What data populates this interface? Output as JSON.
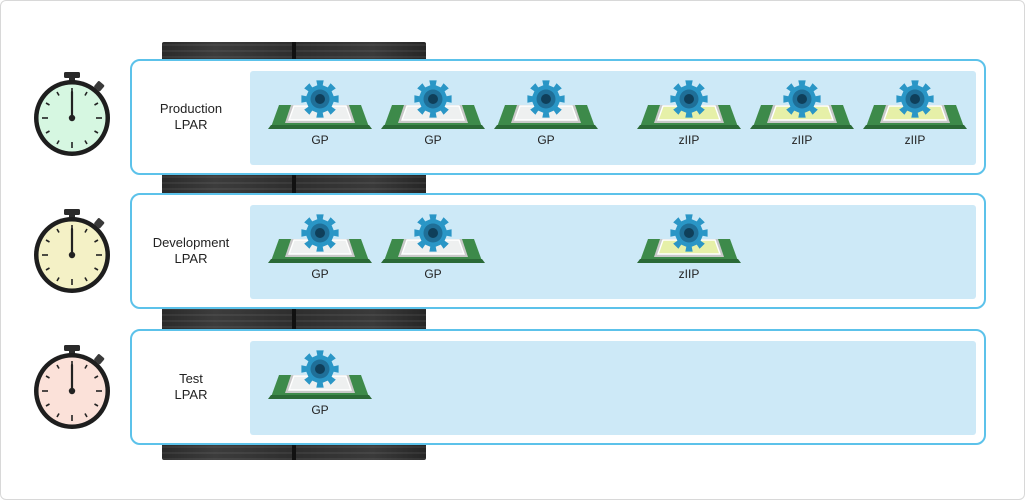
{
  "colors": {
    "panel_border": "#5cc2ea",
    "cpu_track": "#cde9f7",
    "gp_core": "#eef0f0",
    "ziip_core": "#e6f0a8",
    "gear": "#2a96c6",
    "board": "#3d8a4a"
  },
  "icons": [
    "stopwatch-icon",
    "processor-chip-icon",
    "gear-icon",
    "server-rack-image"
  ],
  "lpars": [
    {
      "id": "production",
      "label_line1": "Production",
      "label_line2": "LPAR",
      "stopwatch_face": "#d6f7e1",
      "processors": [
        {
          "type": "gp",
          "label": "GP"
        },
        {
          "type": "gp",
          "label": "GP"
        },
        {
          "type": "gp",
          "label": "GP"
        },
        {
          "type": "ziip",
          "label": "zIIP"
        },
        {
          "type": "ziip",
          "label": "zIIP"
        },
        {
          "type": "ziip",
          "label": "zIIP"
        }
      ]
    },
    {
      "id": "development",
      "label_line1": "Development",
      "label_line2": "LPAR",
      "stopwatch_face": "#f4f1c6",
      "processors": [
        {
          "type": "gp",
          "label": "GP"
        },
        {
          "type": "gp",
          "label": "GP"
        },
        {
          "type": "ziip",
          "label": "zIIP"
        }
      ]
    },
    {
      "id": "test",
      "label_line1": "Test",
      "label_line2": "LPAR",
      "stopwatch_face": "#fbe1d9",
      "processors": [
        {
          "type": "gp",
          "label": "GP"
        }
      ]
    }
  ]
}
